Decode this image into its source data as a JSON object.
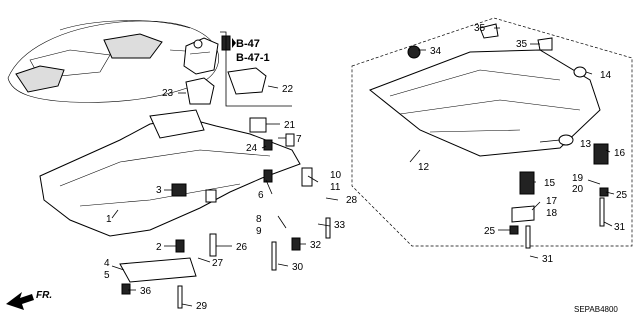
{
  "diagram": {
    "references": [
      "B-47",
      "B-47-1"
    ],
    "callouts": [
      "1",
      "2",
      "3",
      "4",
      "5",
      "6",
      "7",
      "8",
      "9",
      "10",
      "11",
      "12",
      "13",
      "14",
      "15",
      "16",
      "17",
      "18",
      "19",
      "20",
      "21",
      "22",
      "23",
      "24",
      "25",
      "25",
      "26",
      "27",
      "28",
      "29",
      "30",
      "31",
      "31",
      "32",
      "33",
      "34",
      "35",
      "35",
      "36"
    ],
    "front_label": "FR.",
    "diagram_code": "SEPAB4800"
  }
}
